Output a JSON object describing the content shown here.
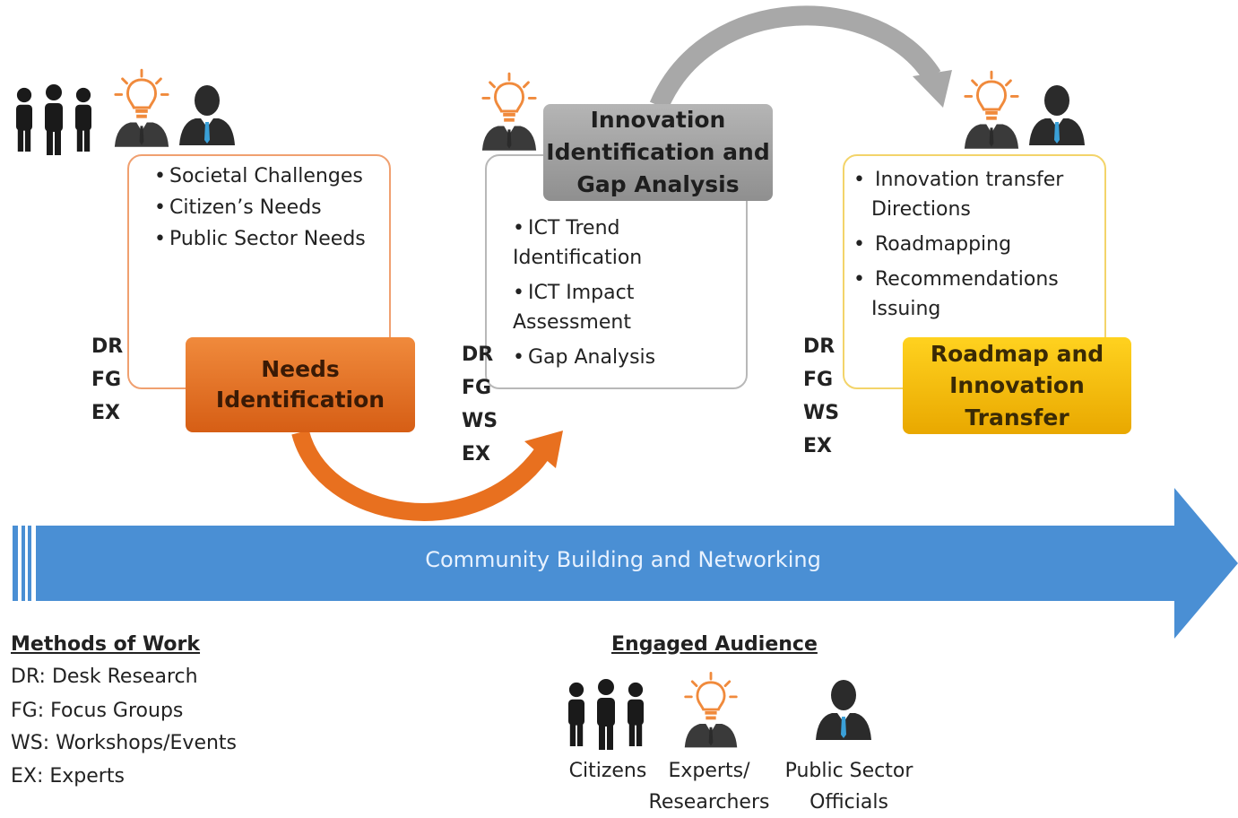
{
  "stages": [
    {
      "label": "Needs Identification",
      "label_lines": [
        "Needs",
        "Identification"
      ],
      "color": "#e8701f",
      "bullets": [
        "Societal Challenges",
        "Citizen’s Needs",
        "Public Sector Needs"
      ],
      "methods": [
        "DR",
        "FG",
        "EX"
      ]
    },
    {
      "label": "Innovation Identification and Gap Analysis",
      "label_lines": [
        "Innovation",
        "Identification and",
        "Gap Analysis"
      ],
      "color": "#9e9e9e",
      "bullets": [
        "ICT Trend Identification",
        "ICT Impact Assessment",
        "Gap Analysis"
      ],
      "bullet_lines": [
        [
          "ICT Trend",
          "Identification"
        ],
        [
          "ICT Impact",
          "Assessment"
        ],
        [
          "Gap Analysis"
        ]
      ],
      "methods": [
        "DR",
        "FG",
        "WS",
        "EX"
      ]
    },
    {
      "label": "Roadmap and Innovation Transfer",
      "label_lines": [
        "Roadmap and",
        "Innovation",
        "Transfer"
      ],
      "color": "#f5c000",
      "bullets": [
        "Innovation transfer Directions",
        "Roadmapping",
        "Recommendations Issuing"
      ],
      "bullet_lines": [
        [
          "Innovation transfer",
          "Directions"
        ],
        [
          "Roadmapping"
        ],
        [
          "Recommendations",
          "Issuing"
        ]
      ],
      "methods": [
        "DR",
        "FG",
        "WS",
        "EX"
      ]
    }
  ],
  "banner": {
    "label": "Community Building and Networking",
    "color": "#4a8fd4"
  },
  "methods_legend": {
    "title": "Methods of Work",
    "items": [
      "DR: Desk Research",
      "FG: Focus Groups",
      "WS: Workshops/Events",
      "EX: Experts"
    ]
  },
  "audience": {
    "title": "Engaged Audience",
    "items": [
      {
        "label": "Citizens",
        "label_lines": [
          "Citizens"
        ],
        "icon": "citizens-group-icon"
      },
      {
        "label": "Experts/ Researchers",
        "label_lines": [
          "Experts/",
          "Researchers"
        ],
        "icon": "expert-lightbulb-icon"
      },
      {
        "label": "Public Sector Officials",
        "label_lines": [
          "Public Sector",
          "Officials"
        ],
        "icon": "official-person-icon"
      }
    ]
  },
  "colors": {
    "orange": "#e8701f",
    "gray": "#9e9e9e",
    "gold": "#f5c000",
    "blue": "#4a8fd4",
    "dark_icon": "#2b2b2b",
    "tie": "#3aa0d8"
  }
}
